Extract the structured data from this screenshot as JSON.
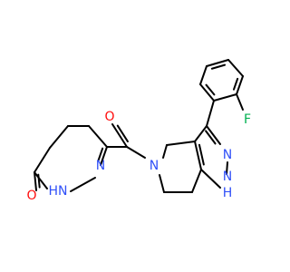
{
  "molecule": {
    "atoms": {
      "carbonyl_oxygen": {
        "symbol": "O"
      },
      "pyridazinone_oxygen": {
        "symbol": "O"
      },
      "amide_nitrogen": {
        "symbol": "N"
      },
      "pyridazinone_nh": {
        "symbol": "HN"
      },
      "pyridazinone_n": {
        "symbol": "N"
      },
      "pyrazole_n": {
        "symbol": "N"
      },
      "pyrazole_nh": {
        "symbol": "N"
      },
      "pyrazole_h": {
        "symbol": "H"
      },
      "fluorine": {
        "symbol": "F"
      }
    }
  },
  "colors": {
    "oxygen": "#ff0d0d",
    "nitrogen": "#3050f8",
    "fluorine": "#00b050",
    "bond": "#000000"
  }
}
